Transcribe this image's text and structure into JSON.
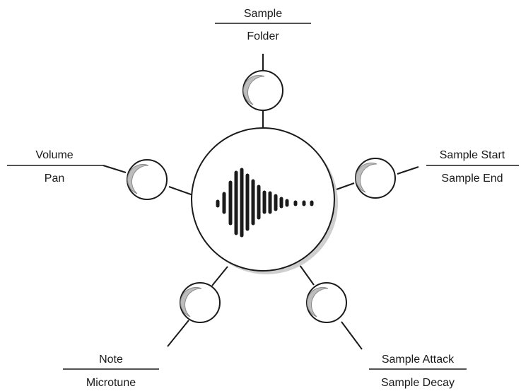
{
  "diagram": {
    "center": {
      "icon": "waveform-icon"
    },
    "knobs": [
      {
        "id": "top",
        "top": "Sample",
        "bottom": "Folder"
      },
      {
        "id": "left",
        "top": "Volume",
        "bottom": "Pan"
      },
      {
        "id": "right",
        "top": "Sample Start",
        "bottom": "Sample End"
      },
      {
        "id": "bottom-left",
        "top": "Note",
        "bottom": "Microtune"
      },
      {
        "id": "bottom-right",
        "top": "Sample Attack",
        "bottom": "Sample Decay"
      }
    ]
  },
  "colors": {
    "stroke": "#1a1a1a",
    "knob_fill": "#ffffff",
    "knob_shadow": "#bdbdbd",
    "hub_shadow": "#cfcfcf"
  }
}
